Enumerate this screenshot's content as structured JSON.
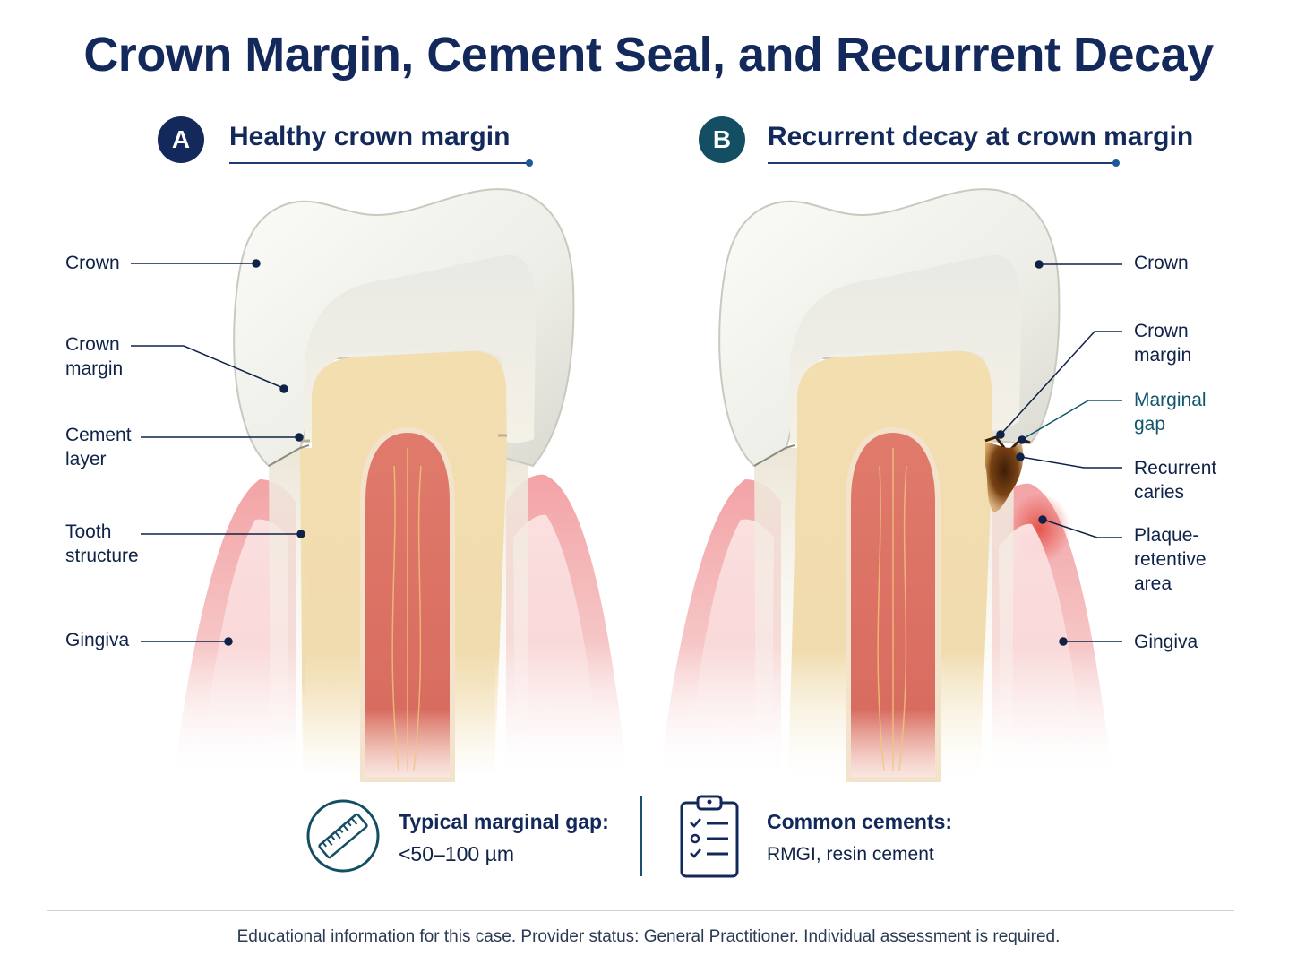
{
  "title": "Crown Margin, Cement Seal, and Recurrent Decay",
  "panel_a": {
    "badge": "A",
    "title": "Healthy crown margin",
    "labels": {
      "crown": "Crown",
      "crown_margin": "Crown\nmargin",
      "cement_layer": "Cement\nlayer",
      "tooth_structure": "Tooth\nstructure",
      "gingiva": "Gingiva"
    }
  },
  "panel_b": {
    "badge": "B",
    "title": "Recurrent decay at crown margin",
    "labels": {
      "crown": "Crown",
      "crown_margin": "Crown\nmargin",
      "marginal_gap": "Marginal\ngap",
      "recurrent_caries": "Recurrent\ncaries",
      "plaque_area": "Plaque-\nretentive\narea",
      "gingiva": "Gingiva"
    }
  },
  "stats": {
    "gap": {
      "icon": "ruler-icon",
      "title": "Typical marginal gap:",
      "value": "<50–100 µm"
    },
    "cements": {
      "icon": "clipboard-checklist-icon",
      "title": "Common cements:",
      "value": "RMGI,  resin cement"
    }
  },
  "footer": "Educational information for this case. Provider status: General Practitioner.  Individual assessment is required.",
  "colors": {
    "navy": "#13295b",
    "teal": "#134e63",
    "gingiva": "#f2a8a8",
    "dentin": "#f1d9a8",
    "pulp": "#d9675c",
    "caries": "#6b3a14"
  }
}
